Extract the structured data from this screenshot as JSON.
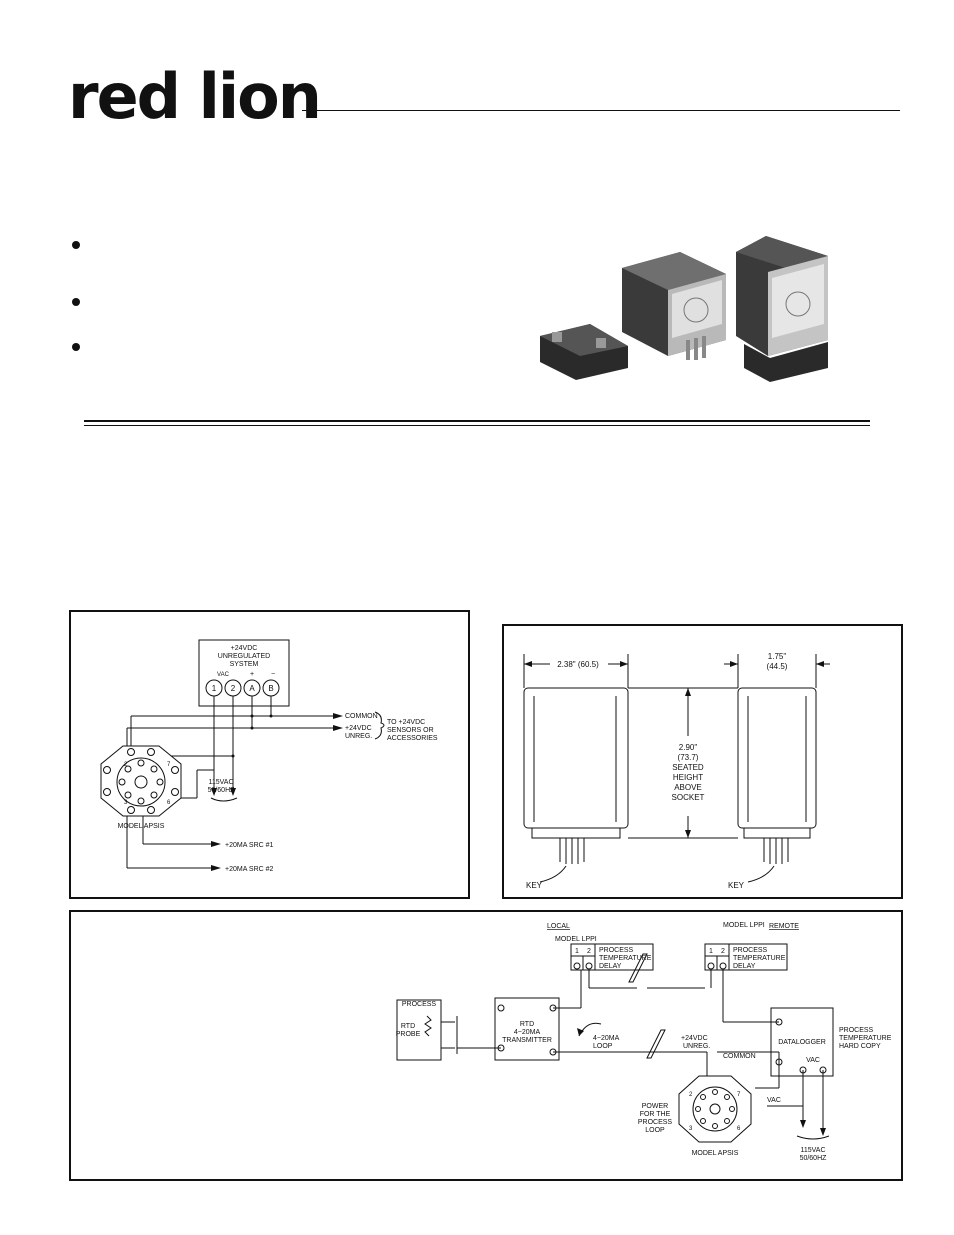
{
  "logo": {
    "text": "red lion"
  },
  "diagram1": {
    "box_lines": [
      "+24VDC",
      "UNREGULATED",
      "SYSTEM"
    ],
    "terminal_labels": [
      "VAC",
      "+",
      "−"
    ],
    "terminals": [
      "1",
      "2",
      "A",
      "B"
    ],
    "outputs": [
      "COMMON",
      "+24VDC",
      "UNREG."
    ],
    "brace_text": [
      "TO +24VDC",
      "SENSORS OR",
      "ACCESSORIES"
    ],
    "vac": [
      "115VAC",
      "50/60HZ"
    ],
    "model": "MODEL APSIS",
    "src1": "+20MA SRC #1",
    "src2": "+20MA SRC #2",
    "pins": [
      "2",
      "7",
      "3",
      "6"
    ]
  },
  "diagram2": {
    "width_left": "2.38\" (60.5)",
    "width_right_in": "1.75\"",
    "width_right_mm": "(44.5)",
    "height_lines": [
      "2.90\"",
      "(73.7)",
      "SEATED",
      "HEIGHT",
      "ABOVE",
      "SOCKET"
    ],
    "key_left": "KEY",
    "key_right": "KEY"
  },
  "diagram3": {
    "local": "LOCAL",
    "remote": "REMOTE",
    "lppi_model": "MODEL LPPI",
    "lppi_terms": [
      "1",
      "2"
    ],
    "lppi_text": [
      "PROCESS",
      "TEMPERATURE",
      "DELAY"
    ],
    "process": "PROCESS",
    "rtd_probe": [
      "RTD",
      "PROBE"
    ],
    "transmitter": [
      "RTD",
      "4−20MA",
      "TRANSMITTER"
    ],
    "loop": [
      "4−20MA",
      "LOOP"
    ],
    "unreg": [
      "+24VDC",
      "UNREG."
    ],
    "common": "COMMON",
    "datalogger": "DATALOGGER",
    "vac": "VAC",
    "hard_copy": [
      "PROCESS",
      "TEMPERATURE",
      "HARD COPY"
    ],
    "power": [
      "POWER",
      "FOR THE",
      "PROCESS",
      "LOOP"
    ],
    "model": "MODEL APSIS",
    "vac_supply": [
      "115VAC",
      "50/60HZ"
    ],
    "pins": [
      "2",
      "7",
      "3",
      "6"
    ]
  }
}
